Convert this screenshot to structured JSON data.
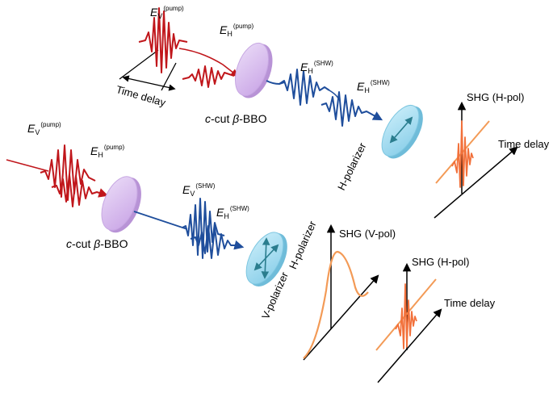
{
  "labels": {
    "ev_pump_top": {
      "sym": "E",
      "sub": "V",
      "sup": "(pump)"
    },
    "eh_pump_top": {
      "sym": "E",
      "sub": "H",
      "sup": "(pump)"
    },
    "time_delay_top": "Time delay",
    "bbo_top": {
      "pre": "c",
      "mid": "-cut ",
      "beta": "β",
      "post": "-BBO"
    },
    "eh_shw_top_a": {
      "sym": "E",
      "sub": "H",
      "sup": "(SHW)"
    },
    "eh_shw_top_b": {
      "sym": "E",
      "sub": "H",
      "sup": "(SHW)"
    },
    "h_polarizer_top": "H-polarizer",
    "shg_hpol_top": "SHG (H-pol)",
    "time_delay_right": "Time delay",
    "ev_pump_left": {
      "sym": "E",
      "sub": "V",
      "sup": "(pump)"
    },
    "eh_pump_left": {
      "sym": "E",
      "sub": "H",
      "sup": "(pump)"
    },
    "bbo_left": {
      "pre": "c",
      "mid": "-cut ",
      "beta": "β",
      "post": "-BBO"
    },
    "ev_shw_bottom": {
      "sym": "E",
      "sub": "V",
      "sup": "(SHW)"
    },
    "eh_shw_bottom": {
      "sym": "E",
      "sub": "H",
      "sup": "(SHW)"
    },
    "h_polarizer_bottom": "H-polarizer",
    "v_polarizer_bottom": "V-polarizer",
    "shg_vpol": "SHG (V-pol)",
    "shg_hpol_bottom": "SHG (H-pol)",
    "time_delay_bottom": "Time delay"
  },
  "colors": {
    "pump_red": "#c0161b",
    "shw_blue": "#1f4e9c",
    "crystal_lilac": "#d6b8ec",
    "polarizer_cyan": "#9ed8ef",
    "shg_orange": "#f2703a",
    "trace_orange": "#f39a56",
    "axis": "#000000"
  }
}
